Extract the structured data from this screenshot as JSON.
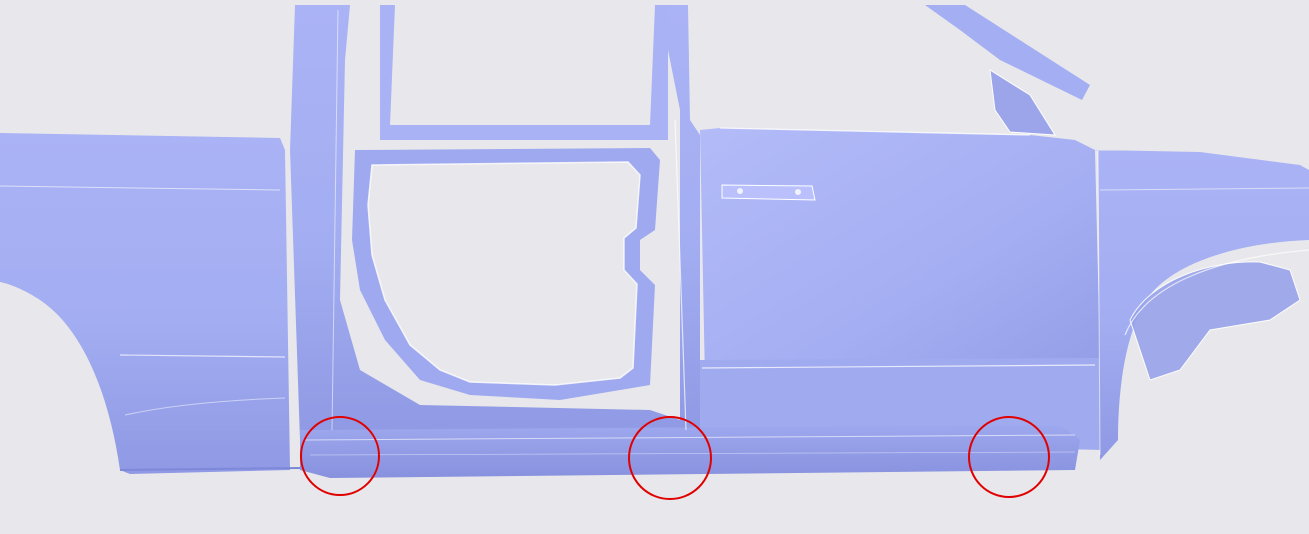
{
  "scene": {
    "subject": "car-body-side-panel",
    "background_color": "#e8e8ec",
    "body_color": "#a4aef2",
    "body_highlight_color": "#b6befa",
    "body_shadow_color": "#8f9ae6",
    "edge_color": "#ffffff",
    "annotation_color": "#e00000",
    "annotations": [
      {
        "name": "marker-circle-left"
      },
      {
        "name": "marker-circle-middle"
      },
      {
        "name": "marker-circle-right"
      }
    ]
  }
}
